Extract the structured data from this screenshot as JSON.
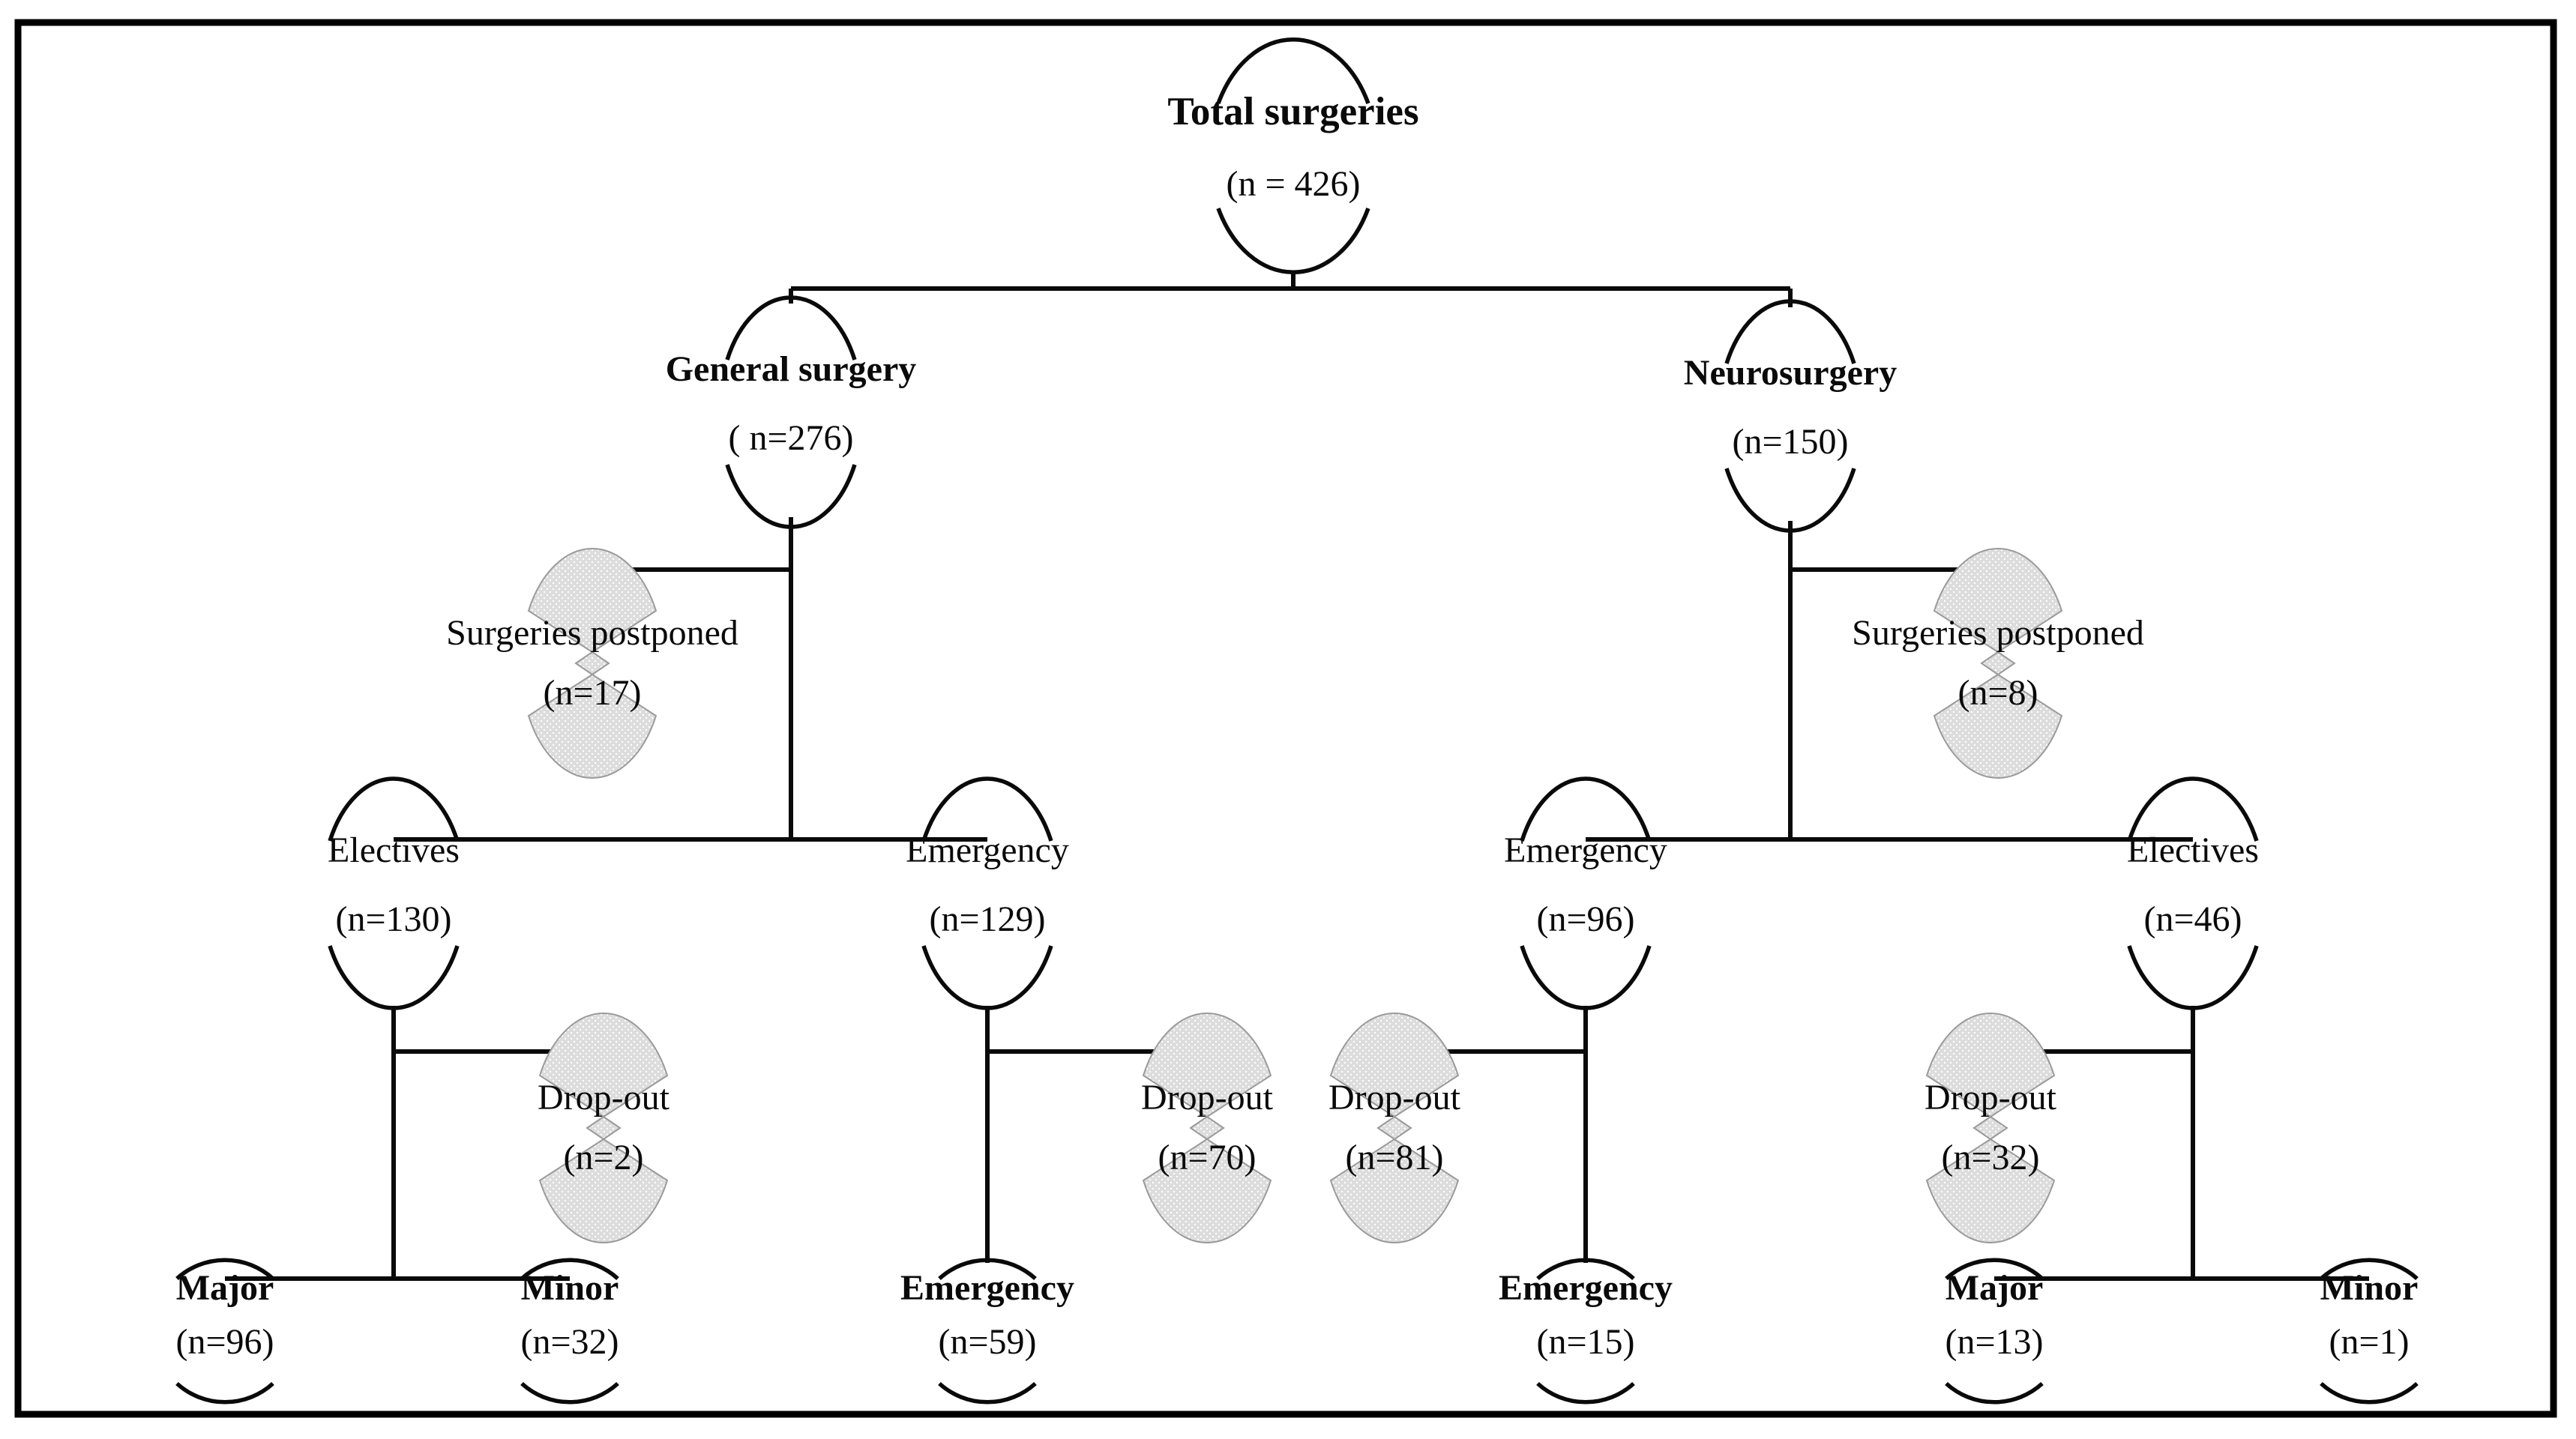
{
  "figure": {
    "background": "#ffffff",
    "border_color": "#000000",
    "line_color": "#0a0a0a",
    "gray_fill": "#dcdcdc",
    "gray_dot": "#ffffff",
    "gray_stroke": "#9a9a9a",
    "text_color": "#0a0a0a"
  },
  "nodes": {
    "total": {
      "title": "Total surgeries",
      "count": "(n = 426)"
    },
    "general": {
      "title": "General surgery",
      "count": "( n=276)"
    },
    "neuro": {
      "title": "Neurosurgery",
      "count": "(n=150)"
    },
    "postponed_general": {
      "title": "Surgeries postponed",
      "count": "(n=17)"
    },
    "postponed_neuro": {
      "title": "Surgeries postponed",
      "count": "(n=8)"
    },
    "electives_general": {
      "title": "Electives",
      "count": "(n=130)"
    },
    "emergency_general": {
      "title": "Emergency",
      "count": "(n=129)"
    },
    "emergency_neuro": {
      "title": "Emergency",
      "count": "(n=96)"
    },
    "electives_neuro": {
      "title": "Electives",
      "count": "(n=46)"
    },
    "dropout_electives_general": {
      "title": "Drop-out",
      "count": "(n=2)"
    },
    "dropout_emergency_general": {
      "title": "Drop-out",
      "count": "(n=70)"
    },
    "dropout_emergency_neuro": {
      "title": "Drop-out",
      "count": "(n=81)"
    },
    "dropout_electives_neuro": {
      "title": "Drop-out",
      "count": "(n=32)"
    },
    "major_general": {
      "title": "Major",
      "count": "(n=96)"
    },
    "minor_general": {
      "title": "Minor",
      "count": "(n=32)"
    },
    "emergency_final_general": {
      "title": "Emergency",
      "count": "(n=59)"
    },
    "emergency_final_neuro": {
      "title": "Emergency",
      "count": "(n=15)"
    },
    "major_neuro": {
      "title": "Major",
      "count": "(n=13)"
    },
    "minor_neuro": {
      "title": "Minor",
      "count": "(n=1)"
    }
  }
}
